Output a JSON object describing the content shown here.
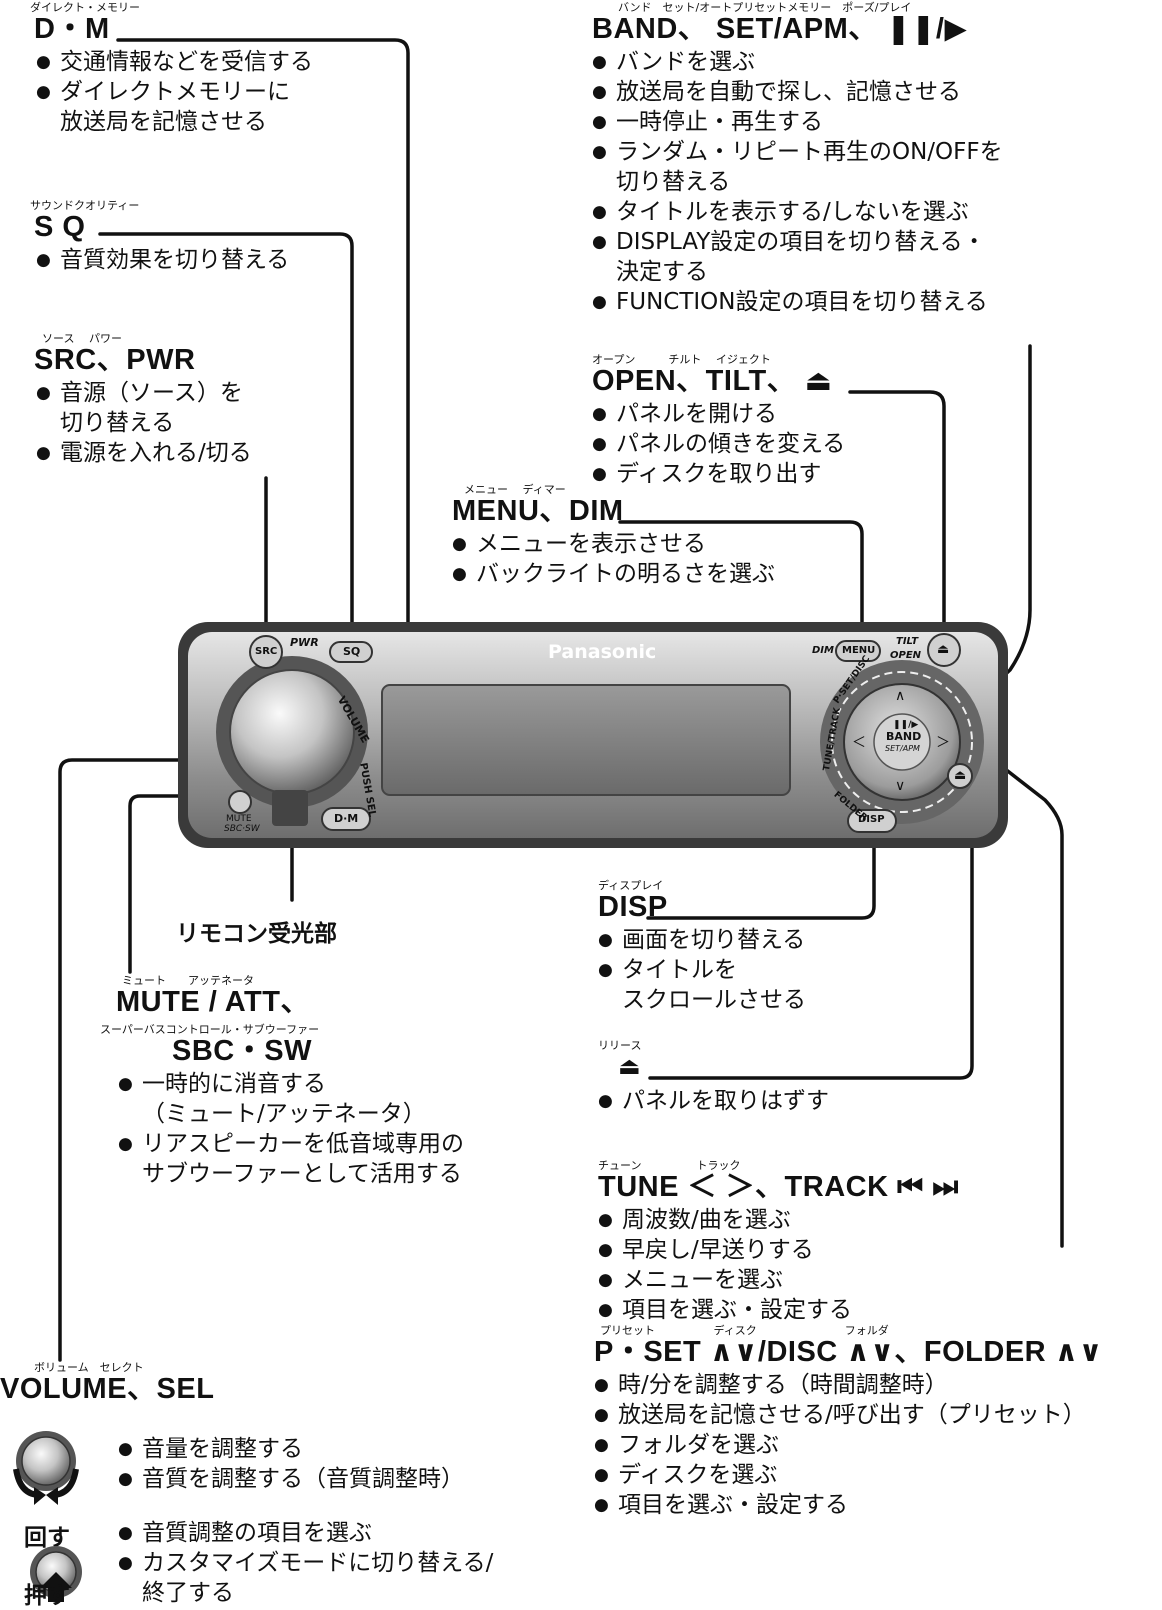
{
  "dm": {
    "ruby": "ダイレクト・メモリー",
    "title": "D・M",
    "items": [
      "交通情報などを受信する",
      "ダイレクトメモリーに\n放送局を記憶させる"
    ]
  },
  "sq": {
    "ruby": "サウンドクオリティー",
    "title": "S Q",
    "items": [
      "音質効果を切り替える"
    ]
  },
  "src": {
    "ruby": "ソース　 パワー",
    "title": "SRC、PWR",
    "items": [
      "音源（ソース）を\n切り替える",
      "電源を入れる/切る"
    ]
  },
  "band": {
    "ruby": "バンド　セット/オートプリセットメモリー　ポーズ/プレイ",
    "title": "BAND、 SET/APM、 ❚❚/▶",
    "items": [
      "バンドを選ぶ",
      "放送局を自動で探し、記憶させる",
      "一時停止・再生する",
      "ランダム・リピート再生のON/OFFを\n切り替える",
      "タイトルを表示する/しないを選ぶ",
      "DISPLAY設定の項目を切り替える・\n決定する",
      "FUNCTION設定の項目を切り替える"
    ]
  },
  "open": {
    "ruby": "オープン　　　チルト　 イジェクト",
    "title": "OPEN、TILT、 ⏏",
    "items": [
      "パネルを開ける",
      "パネルの傾きを変える",
      "ディスクを取り出す"
    ]
  },
  "menu": {
    "ruby": "メニュー　 ディマー",
    "title": "MENU、DIM",
    "items": [
      "メニューを表示させる",
      "バックライトの明るさを選ぶ"
    ]
  },
  "device": {
    "brand": "Panasonic",
    "src": "SRC",
    "pwr": "PWR",
    "sq": "SQ",
    "volume": "VOLUME",
    "push_sel": "PUSH SEL",
    "dm": "D·M",
    "mute": "MUTE",
    "sbc_sw": "SBC·SW",
    "dim": "DIM",
    "menu": "MENU",
    "tilt": "TILT",
    "open": "OPEN",
    "pset_disc": "P·SET/DISC",
    "tune_track": "TUNE/TRACK",
    "folder": "FOLDER",
    "disp": "DISP",
    "band": "BAND",
    "set_apm": "SET/APM",
    "pause_play": "❚❚/▶"
  },
  "remote": {
    "label": "リモコン受光部"
  },
  "disp": {
    "ruby": "ディスプレイ",
    "title": "DISP",
    "items": [
      "画面を切り替える",
      "タイトルを\nスクロールさせる"
    ]
  },
  "mute": {
    "ruby1": "ミュート　　アッテネータ",
    "title1": "MUTE / ATT、",
    "ruby2": "スーパーバスコントロール・サブウーファー",
    "title2": "SBC・SW",
    "items": [
      "一時的に消音する\n（ミュート/アッテネータ）",
      "リアスピーカーを低音域専用の\nサブウーファーとして活用する"
    ]
  },
  "release": {
    "ruby": "リリース",
    "items": [
      "パネルを取りはずす"
    ]
  },
  "tune": {
    "ruby": "チューン　　　　　トラック",
    "title": "TUNE ＜ ＞、TRACK ⏮ ⏭",
    "items": [
      "周波数/曲を選ぶ",
      "早戻し/早送りする",
      "メニューを選ぶ",
      "項目を選ぶ・設定する"
    ]
  },
  "volume": {
    "ruby": "ボリューム　セレクト",
    "title": "VOLUME、SEL"
  },
  "rotate": {
    "label": "回す",
    "items": [
      "音量を調整する",
      "音質を調整する（音質調整時）"
    ]
  },
  "push": {
    "label": "押す",
    "items": [
      "音質調整の項目を選ぶ",
      "カスタマイズモードに切り替える/\n終了する"
    ]
  },
  "pset": {
    "ruby": "プリセット　　　　　 ディスク　　　　　　　　フォルダ",
    "title": "P・SET ∧∨/DISC ∧∨、FOLDER ∧∨",
    "items": [
      "時/分を調整する（時間調整時）",
      "放送局を記憶させる/呼び出す（プリセット）",
      "フォルダを選ぶ",
      "ディスクを選ぶ",
      "項目を選ぶ・設定する"
    ]
  }
}
